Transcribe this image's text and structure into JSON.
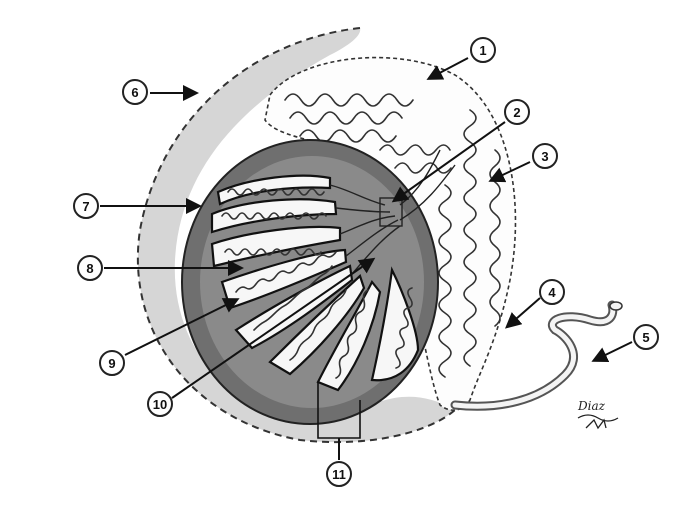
{
  "labels": [
    {
      "id": "1",
      "text": "1"
    },
    {
      "id": "2",
      "text": "2"
    },
    {
      "id": "3",
      "text": "3"
    },
    {
      "id": "4",
      "text": "4"
    },
    {
      "id": "5",
      "text": "5"
    },
    {
      "id": "6",
      "text": "6"
    },
    {
      "id": "7",
      "text": "7"
    },
    {
      "id": "8",
      "text": "8"
    },
    {
      "id": "9",
      "text": "9"
    },
    {
      "id": "10",
      "text": "10"
    },
    {
      "id": "11",
      "text": "11"
    }
  ],
  "signature": "Diaz",
  "colors": {
    "tunica_gray": "#d6d6d6",
    "capsule_dark": "#6f6f6f",
    "line": "#111111",
    "background": "#ffffff"
  }
}
